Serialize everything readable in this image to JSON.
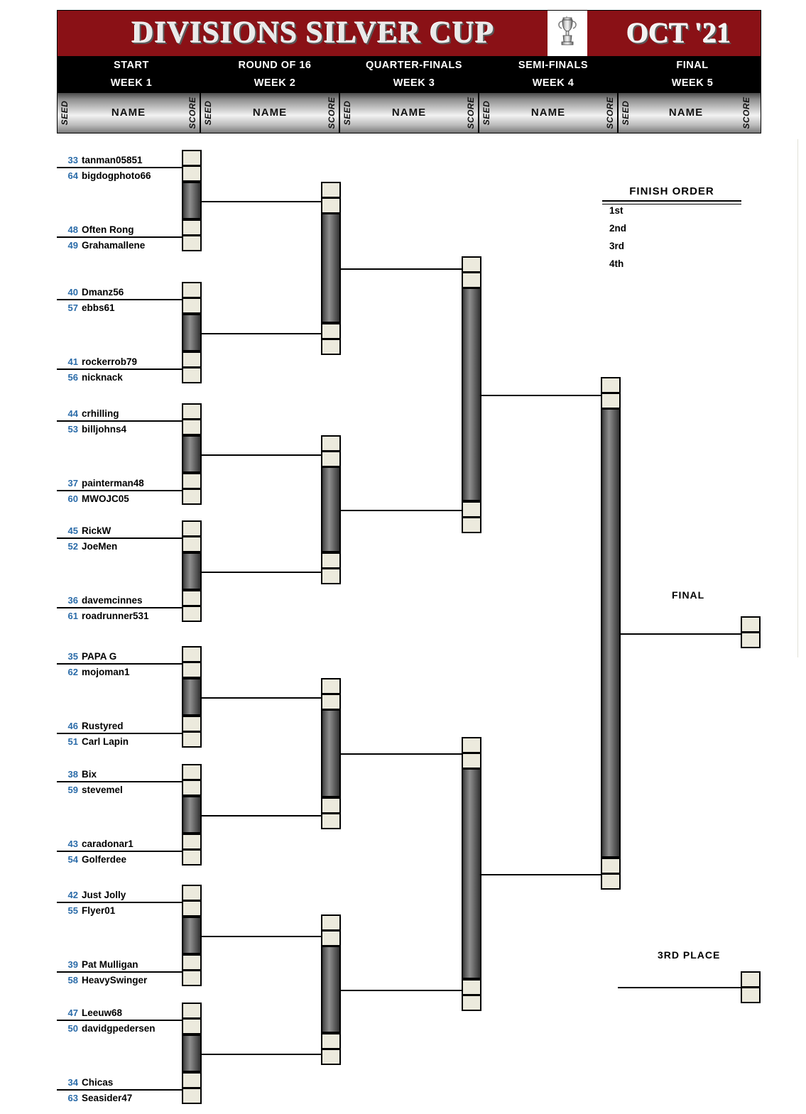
{
  "banner": {
    "title": "DIVISIONS SILVER CUP",
    "date": "OCT '21",
    "trophy_icon": "trophy-cup-icon"
  },
  "rounds": [
    {
      "name": "START",
      "week": "WEEK 1"
    },
    {
      "name": "ROUND OF 16",
      "week": "WEEK 2"
    },
    {
      "name": "QUARTER-FINALS",
      "week": "WEEK 3"
    },
    {
      "name": "SEMI-FINALS",
      "week": "WEEK 4"
    },
    {
      "name": "FINAL",
      "week": "WEEK 5"
    }
  ],
  "column_headers": {
    "seed": "SEED",
    "name": "NAME",
    "score": "SCORE"
  },
  "players": [
    {
      "seed": "33",
      "name": "tanman05851"
    },
    {
      "seed": "64",
      "name": "bigdogphoto66"
    },
    {
      "seed": "48",
      "name": "Often Rong"
    },
    {
      "seed": "49",
      "name": "Grahamallene"
    },
    {
      "seed": "40",
      "name": "Dmanz56"
    },
    {
      "seed": "57",
      "name": "ebbs61"
    },
    {
      "seed": "41",
      "name": "rockerrob79"
    },
    {
      "seed": "56",
      "name": "nicknack"
    },
    {
      "seed": "44",
      "name": "crhilling"
    },
    {
      "seed": "53",
      "name": "billjohns4"
    },
    {
      "seed": "37",
      "name": "painterman48"
    },
    {
      "seed": "60",
      "name": "MWOJC05"
    },
    {
      "seed": "45",
      "name": "RickW"
    },
    {
      "seed": "52",
      "name": "JoeMen"
    },
    {
      "seed": "36",
      "name": "davemcinnes"
    },
    {
      "seed": "61",
      "name": "roadrunner531"
    },
    {
      "seed": "35",
      "name": "PAPA G"
    },
    {
      "seed": "62",
      "name": "mojoman1"
    },
    {
      "seed": "46",
      "name": "Rustyred"
    },
    {
      "seed": "51",
      "name": "Carl Lapin"
    },
    {
      "seed": "38",
      "name": "Bix"
    },
    {
      "seed": "59",
      "name": "stevemel"
    },
    {
      "seed": "43",
      "name": "caradonar1"
    },
    {
      "seed": "54",
      "name": "Golferdee"
    },
    {
      "seed": "42",
      "name": "Just Jolly"
    },
    {
      "seed": "55",
      "name": "Flyer01"
    },
    {
      "seed": "39",
      "name": "Pat Mulligan"
    },
    {
      "seed": "58",
      "name": "HeavySwinger"
    },
    {
      "seed": "47",
      "name": "Leeuw68"
    },
    {
      "seed": "50",
      "name": "davidgpedersen"
    },
    {
      "seed": "34",
      "name": "Chicas"
    },
    {
      "seed": "63",
      "name": "Seasider47"
    }
  ],
  "finish_order": {
    "title": "FINISH ORDER",
    "items": [
      "1st",
      "2nd",
      "3rd",
      "4th"
    ]
  },
  "stage_labels": {
    "final": "FINAL",
    "third_place": "3RD PLACE"
  },
  "colors": {
    "banner_red": "#8a1116",
    "seed_blue": "#2a6ba8",
    "score_box": "#eceadd",
    "connector_dark": "#4a4a4a",
    "header_black": "#000000"
  }
}
